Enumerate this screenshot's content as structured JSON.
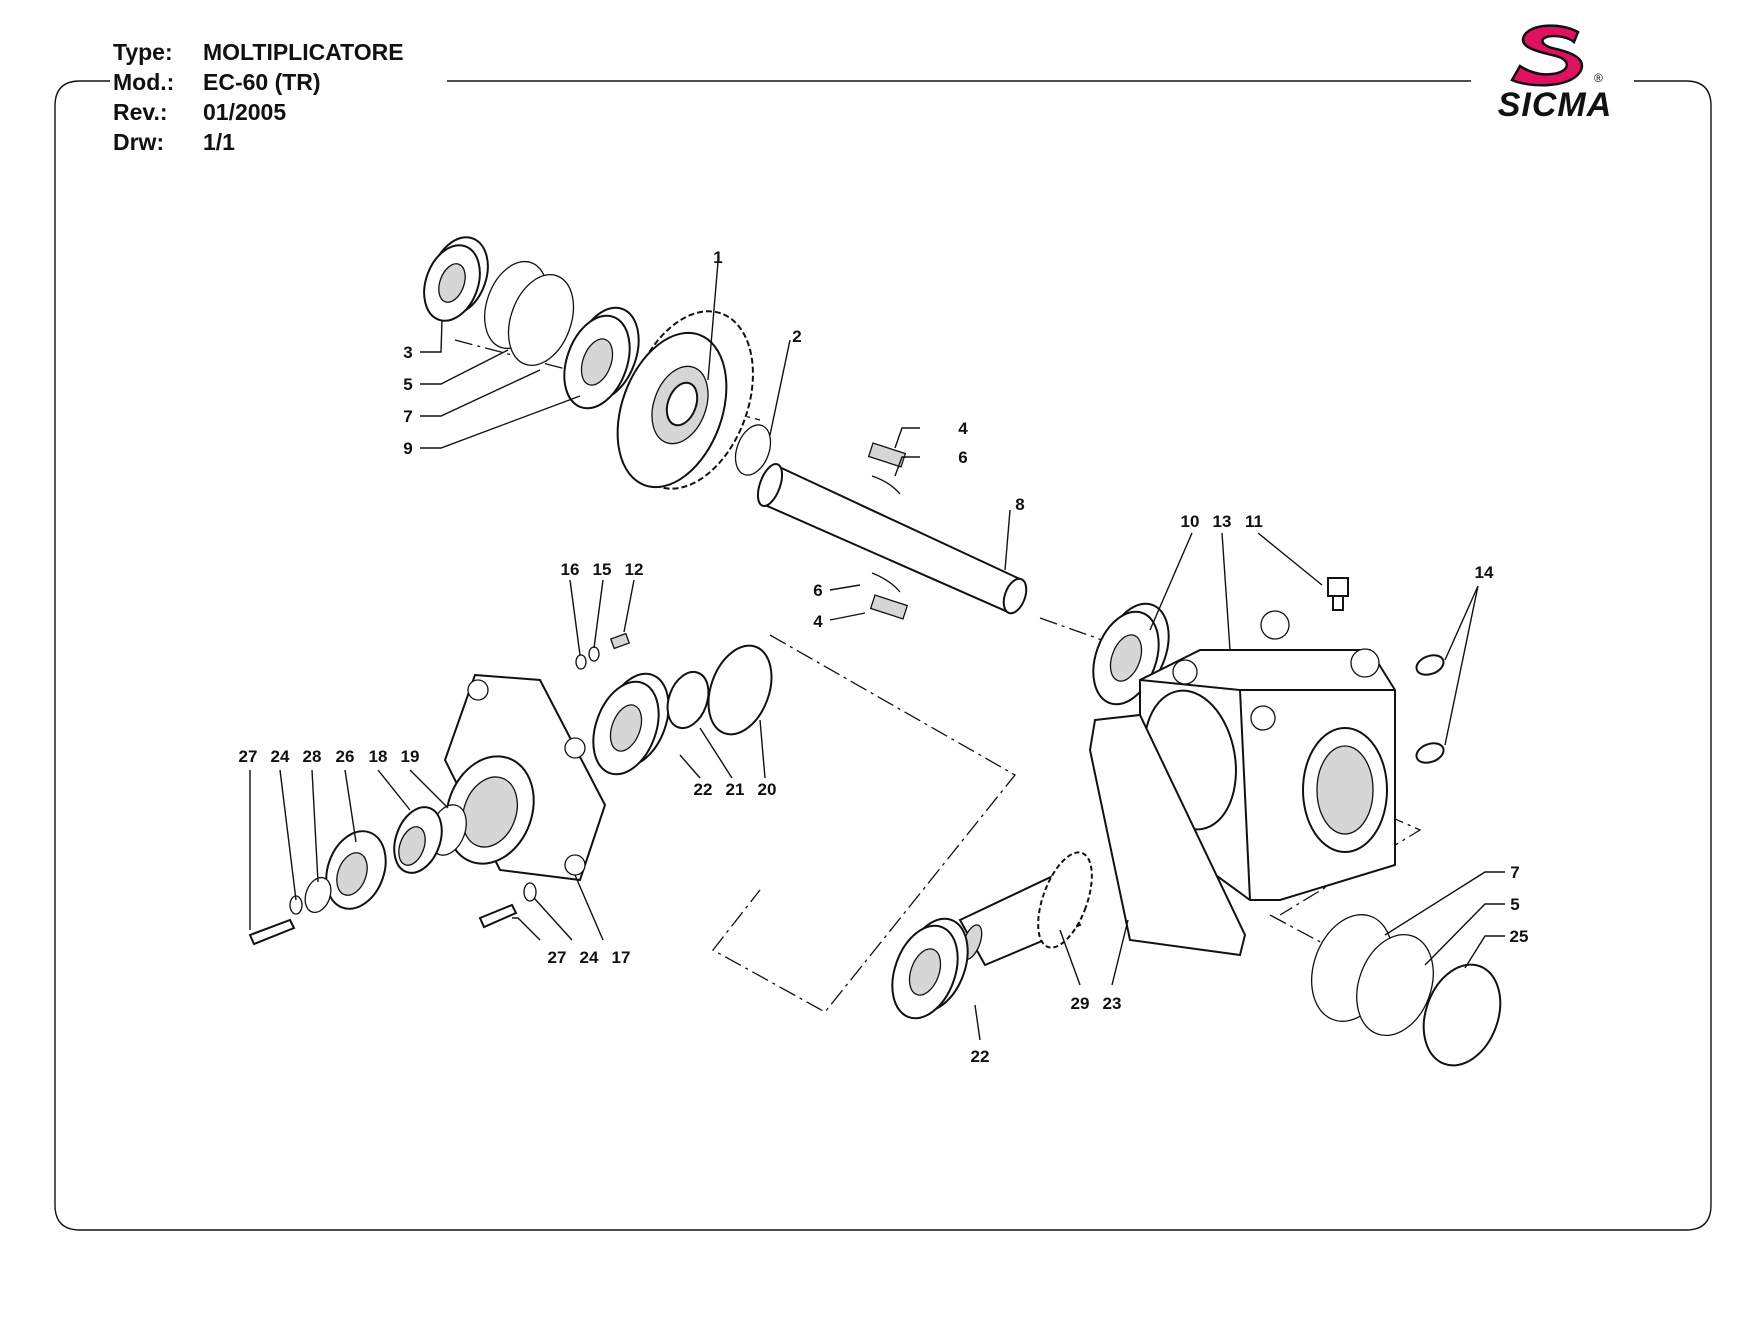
{
  "header": {
    "rows": [
      {
        "label": "Type:",
        "value": "MOLTIPLICATORE"
      },
      {
        "label": "Mod.:",
        "value": "EC-60 (TR)"
      },
      {
        "label": "Rev.:",
        "value": "01/2005"
      },
      {
        "label": "Drw:",
        "value": "1/1"
      }
    ]
  },
  "brand": {
    "name": "SICMA",
    "registered": "®",
    "logo_color": "#e0115f"
  },
  "callouts": [
    "1",
    "2",
    "3",
    "5",
    "7",
    "9",
    "4",
    "6",
    "8",
    "6",
    "4",
    "10",
    "13",
    "11",
    "14",
    "16",
    "15",
    "12",
    "27",
    "24",
    "28",
    "26",
    "18",
    "19",
    "22",
    "21",
    "20",
    "27",
    "24",
    "17",
    "7",
    "5",
    "25",
    "29",
    "23",
    "22"
  ]
}
